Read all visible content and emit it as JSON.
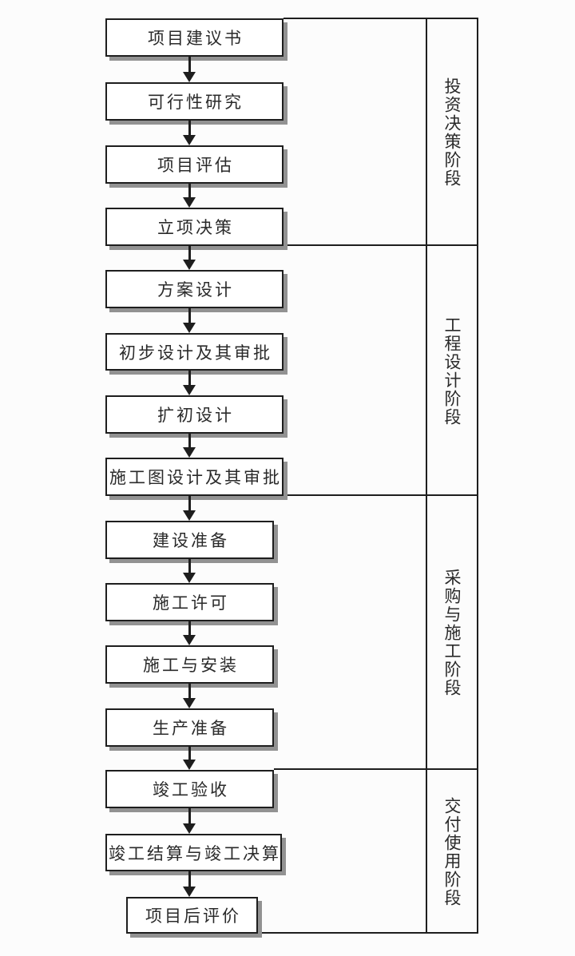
{
  "diagram": {
    "steps": [
      {
        "label": "项目建议书"
      },
      {
        "label": "可行性研究"
      },
      {
        "label": "项目评估"
      },
      {
        "label": "立项决策"
      },
      {
        "label": "方案设计"
      },
      {
        "label": "初步设计及其审批"
      },
      {
        "label": "扩初设计"
      },
      {
        "label": "施工图设计及其审批"
      },
      {
        "label": "建设准备"
      },
      {
        "label": "施工许可"
      },
      {
        "label": "施工与安装"
      },
      {
        "label": "生产准备"
      },
      {
        "label": "竣工验收"
      },
      {
        "label": "竣工结算与竣工决算"
      },
      {
        "label": "项目后评价"
      }
    ],
    "phases": [
      {
        "label": "投资决策阶段"
      },
      {
        "label": "工程设计阶段"
      },
      {
        "label": "采购与施工阶段"
      },
      {
        "label": "交付使用阶段"
      }
    ],
    "colors": {
      "line": "#1e1e1e",
      "box_fill": "#ffffff",
      "shadow": "#929292",
      "background": "#fcfcfc"
    }
  }
}
